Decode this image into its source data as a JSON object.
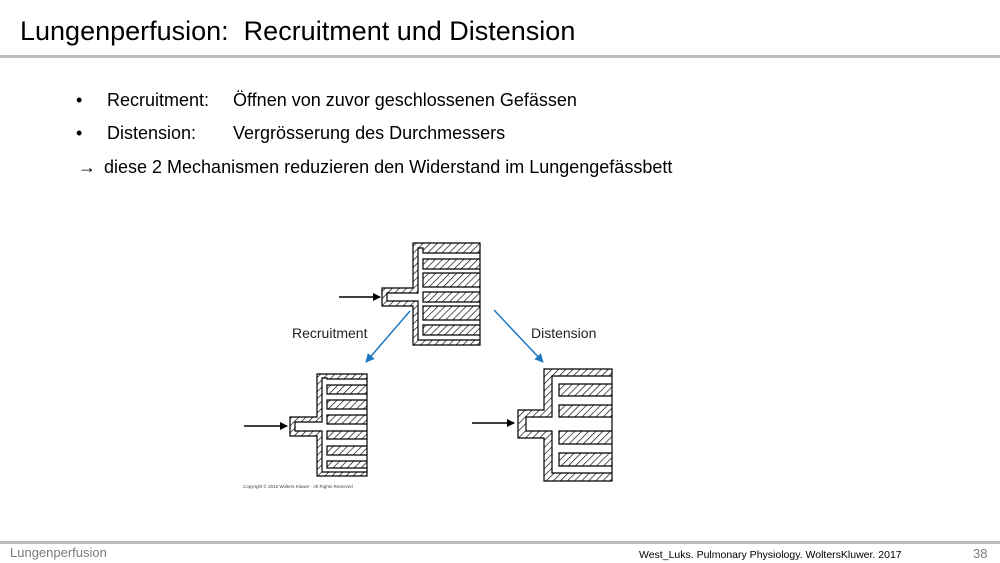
{
  "slide": {
    "title": "Lungenperfusion:  Recruitment und Distension",
    "bullets": [
      {
        "marker": "•",
        "term": "Recruitment:",
        "definition": "Öffnen von zuvor geschlossenen Gefässen"
      },
      {
        "marker": "•",
        "term": "Distension:",
        "definition": "Vergrösserung des Durchmessers"
      }
    ],
    "conclusion": {
      "marker": "→",
      "text": "diese 2 Mechanismen reduzieren den Widerstand im Lungengefässbett"
    }
  },
  "figure": {
    "label_recruitment": "Recruitment",
    "label_distension": "Distension",
    "copyright": "Copyright © 2016 Wolters Kluwer · All Rights Reserved",
    "colors": {
      "arrow_blue": "#1f77c4",
      "line": "#000000"
    }
  },
  "footer": {
    "section": "Lungenperfusion",
    "citation": "West_Luks. Pulmonary Physiology. WoltersKluwer. 2017",
    "page": "38"
  }
}
